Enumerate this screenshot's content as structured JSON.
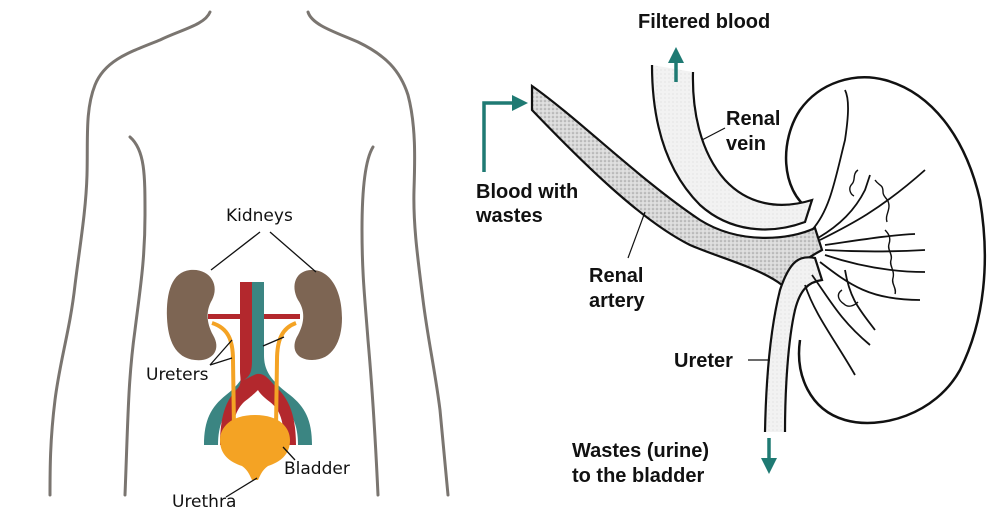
{
  "left_panel": {
    "title": "Urinary system in body",
    "labels": {
      "kidneys": "Kidneys",
      "ureters": "Ureters",
      "bladder": "Bladder",
      "urethra": "Urethra"
    }
  },
  "right_panel": {
    "title": "Kidney blood filtration",
    "labels": {
      "filtered_blood": "Filtered blood",
      "renal_vein_1": "Renal",
      "renal_vein_2": "vein",
      "blood_with_wastes_1": "Blood with",
      "blood_with_wastes_2": "wastes",
      "renal_artery_1": "Renal",
      "renal_artery_2": "artery",
      "ureter": "Ureter",
      "wastes_1": "Wastes (urine)",
      "wastes_2": "to the bladder"
    }
  },
  "colors": {
    "body_outline": "#7a7570",
    "kidney": "#7d6553",
    "artery_red": "#b3282d",
    "vein_teal": "#3b8582",
    "ureter_orange": "#f4a324",
    "arrow_teal": "#1f7a73",
    "ink": "#111111",
    "stipple": "#bdbdbd"
  }
}
